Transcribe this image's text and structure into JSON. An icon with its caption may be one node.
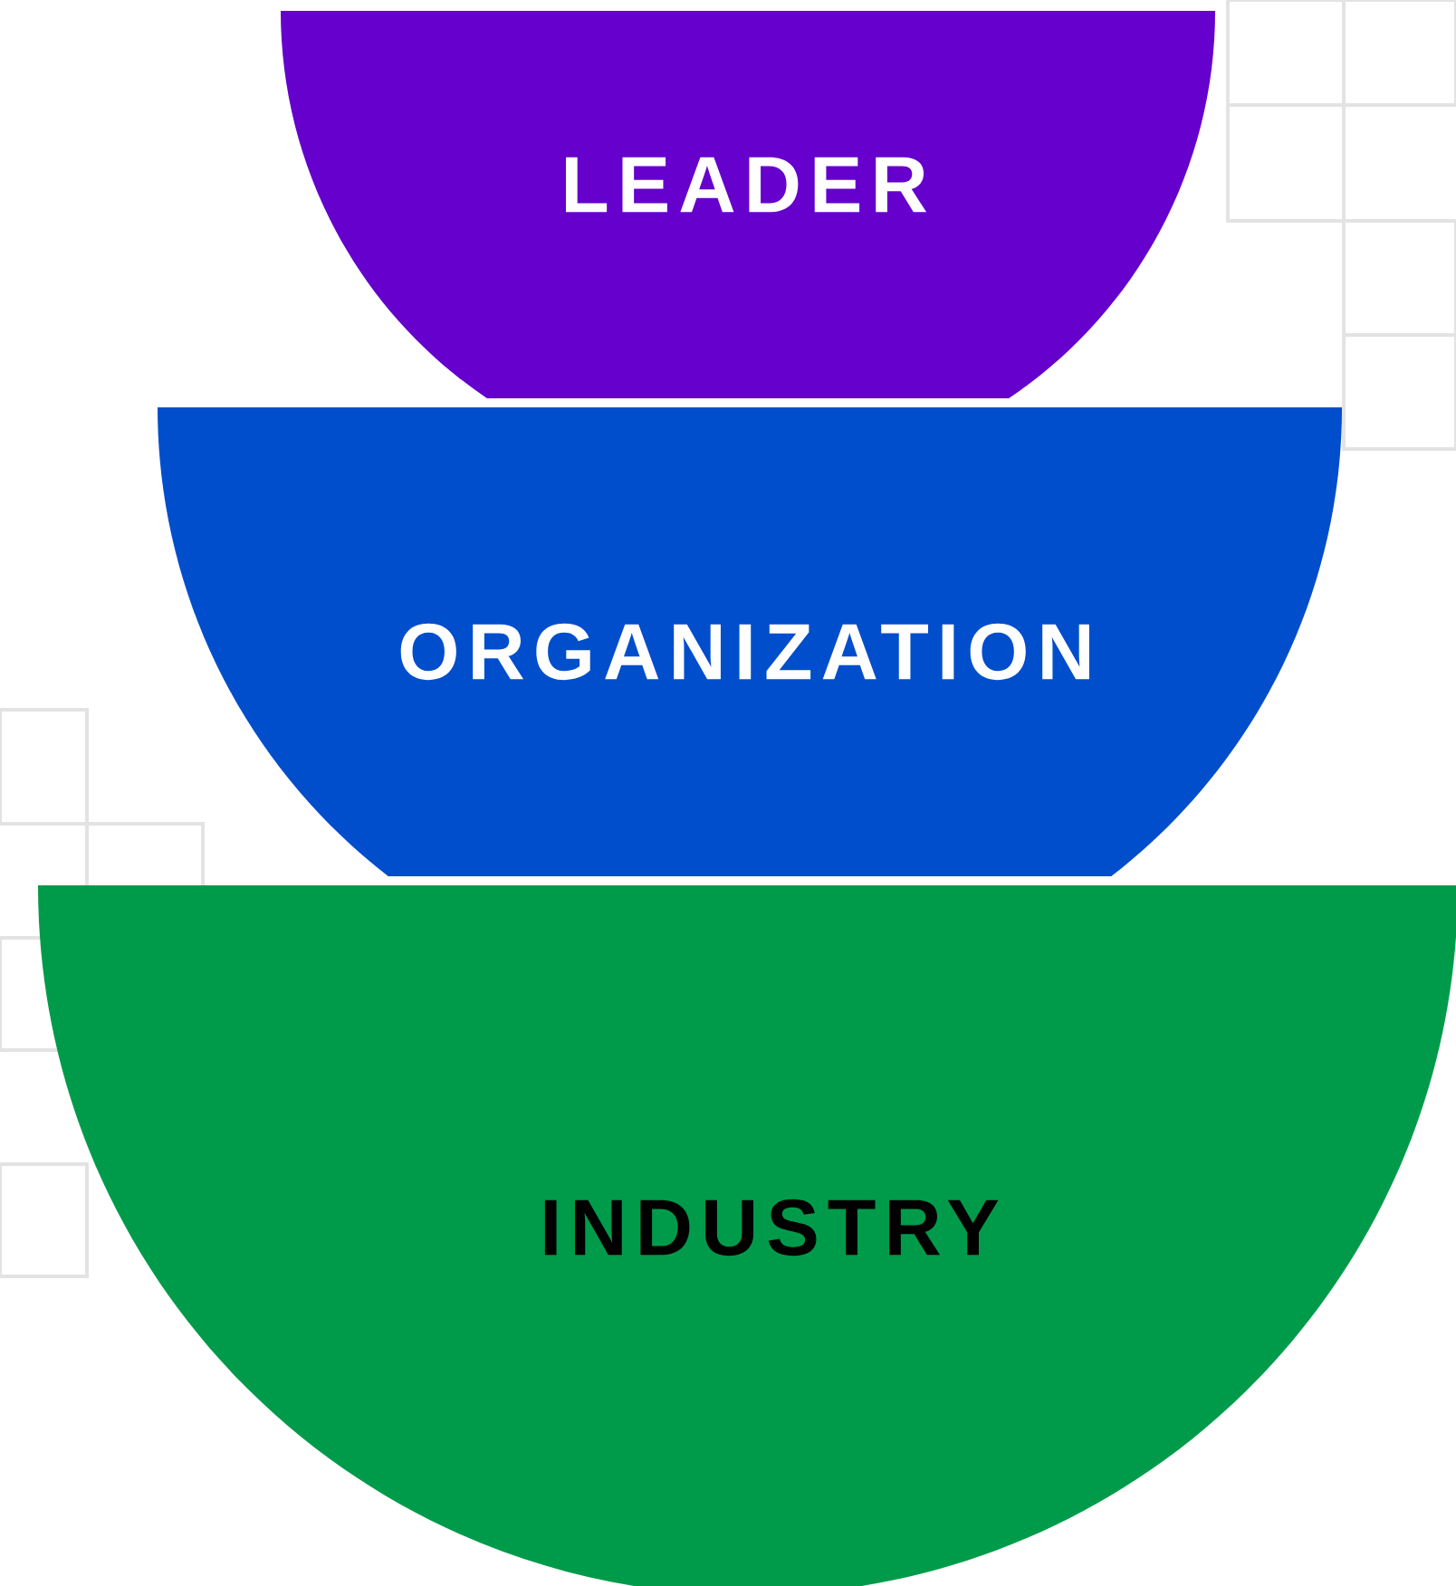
{
  "diagram": {
    "nodes": [
      {
        "text": [
          "LEADER"
        ]
      },
      {
        "text": [
          "ORGANIZATION"
        ]
      },
      {
        "text": [
          "INDUSTRY"
        ]
      }
    ]
  }
}
